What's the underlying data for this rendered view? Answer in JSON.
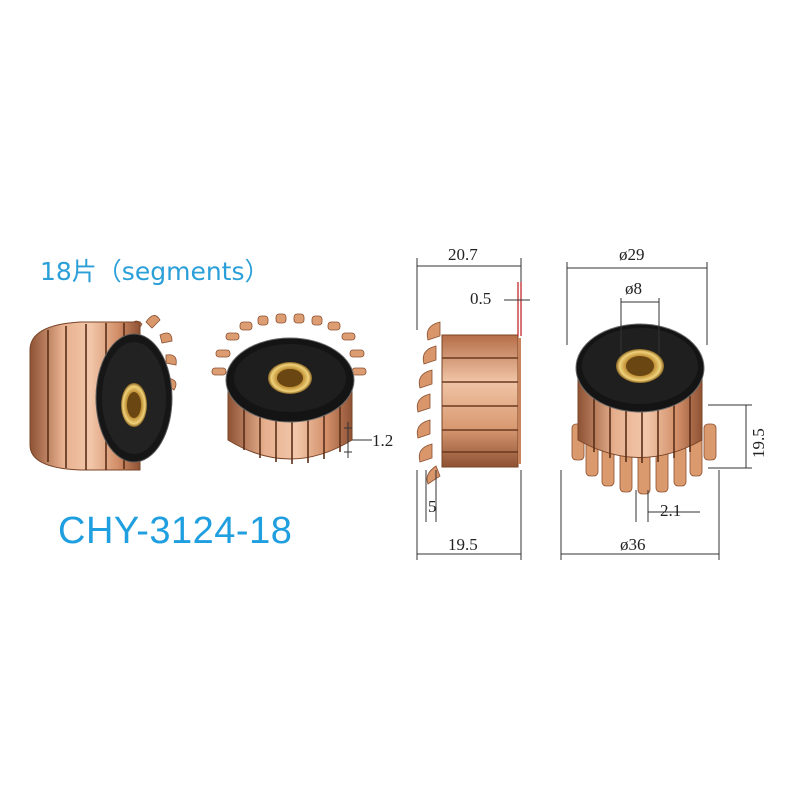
{
  "labels": {
    "segments": "18片（segments）",
    "model": "CHY-3124-18"
  },
  "dimensions": {
    "side_top_width": "20.7",
    "side_top_lip": "0.5",
    "side_bottom_width": "19.5",
    "side_hook_height": "5",
    "tab_thickness": "1.2",
    "front_diameter_outer": "ø29",
    "front_bore": "ø8",
    "front_height": "19.5",
    "front_tab_gap": "2.1",
    "front_diameter_hooks": "ø36"
  },
  "colors": {
    "label_blue": "#2a9fd8",
    "copper": "#d99a72",
    "copper_dark": "#9a5c3a",
    "insulator": "#1a1a1a",
    "brass_bore": "#c99a3a"
  }
}
